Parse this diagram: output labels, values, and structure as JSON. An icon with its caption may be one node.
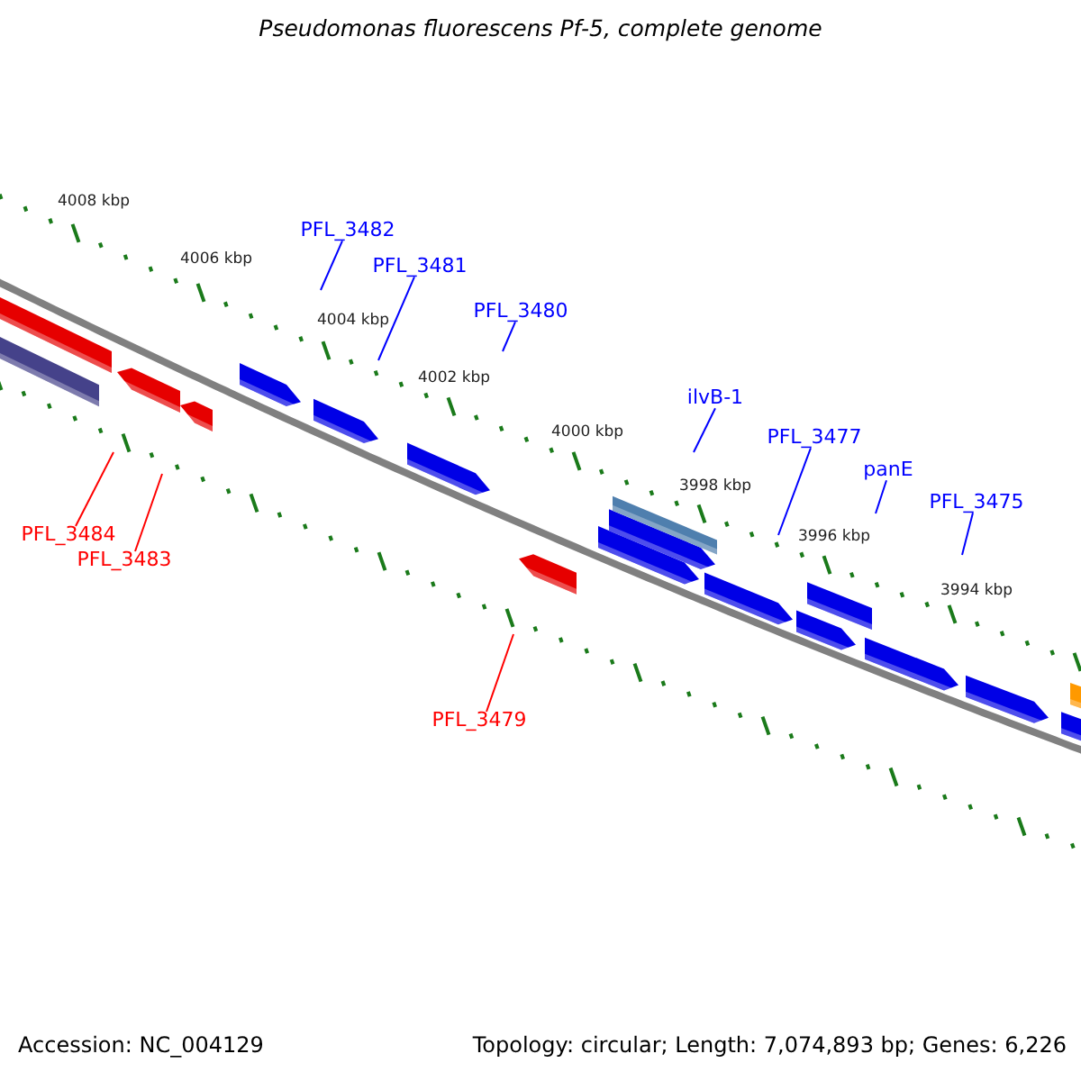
{
  "diagram": {
    "title": "Pseudomonas fluorescens Pf-5, complete genome",
    "nodes": [
      {
        "text": [
          "PFL_3482"
        ]
      },
      {
        "text": [
          "PFL_3481"
        ]
      },
      {
        "text": [
          "PFL_3480"
        ]
      },
      {
        "text": [
          "ilvB-1"
        ]
      },
      {
        "text": [
          "PFL_3477"
        ]
      },
      {
        "text": [
          "panE"
        ]
      },
      {
        "text": [
          "PFL_3475"
        ]
      },
      {
        "text": [
          "PFL_3484"
        ]
      },
      {
        "text": [
          "PFL_3483"
        ]
      },
      {
        "text": [
          "PFL_3479"
        ]
      }
    ],
    "edges": [
      {
        "from": 0,
        "to": null,
        "arrow": "none"
      },
      {
        "from": 1,
        "to": null,
        "arrow": "none"
      },
      {
        "from": 2,
        "to": null,
        "arrow": "none"
      },
      {
        "from": 3,
        "to": null,
        "arrow": "none"
      },
      {
        "from": 4,
        "to": null,
        "arrow": "none"
      },
      {
        "from": 5,
        "to": null,
        "arrow": "none"
      },
      {
        "from": 6,
        "to": null,
        "arrow": "none"
      },
      {
        "from": 7,
        "to": null,
        "arrow": "none",
        "color": "#ff0000"
      },
      {
        "from": 8,
        "to": null,
        "arrow": "none",
        "color": "#ff0000"
      },
      {
        "from": 9,
        "to": null,
        "arrow": "none",
        "color": "#ff0000"
      }
    ],
    "labels": [
      "4008 kbp",
      "4006 kbp",
      "4004 kbp",
      "4002 kbp",
      "4000 kbp",
      "3998 kbp",
      "3996 kbp",
      "3994 kbp",
      "Accession: NC_004129",
      "Topology: circular; Length: 7,074,893 bp; Genes: 6,226"
    ]
  }
}
